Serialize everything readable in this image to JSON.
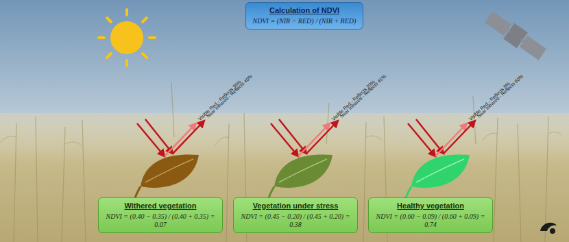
{
  "diagram": {
    "nodes": [
      {
        "text": [
          "Calculation of NDVI",
          "NDVI = (NIR − RED) / (NIR + RED)"
        ]
      },
      {
        "text": [
          "Withered vegetation",
          "NDVI = (0.40 − 0.35) / (0.40 + 0.35) = 0.07"
        ]
      },
      {
        "text": [
          "Vegetation under stress",
          "NDVI = (0.45 − 0.20) / (0.45 + 0.20) = 0.38"
        ]
      },
      {
        "text": [
          "Healthy vegetation",
          "NDVI = (0.60 − 0.09) / (0.60 + 0.09) = 0.74"
        ]
      }
    ],
    "edges": [],
    "labels": [
      "Visible Red - Reflects 35%",
      "Near Infrared - Reflects 40%",
      "Visible Red - Reflects 20%",
      "Near Infrared - Reflects 45%",
      "Visible Red - Reflects 9%",
      "Near Infrared - Reflects 60%"
    ]
  }
}
